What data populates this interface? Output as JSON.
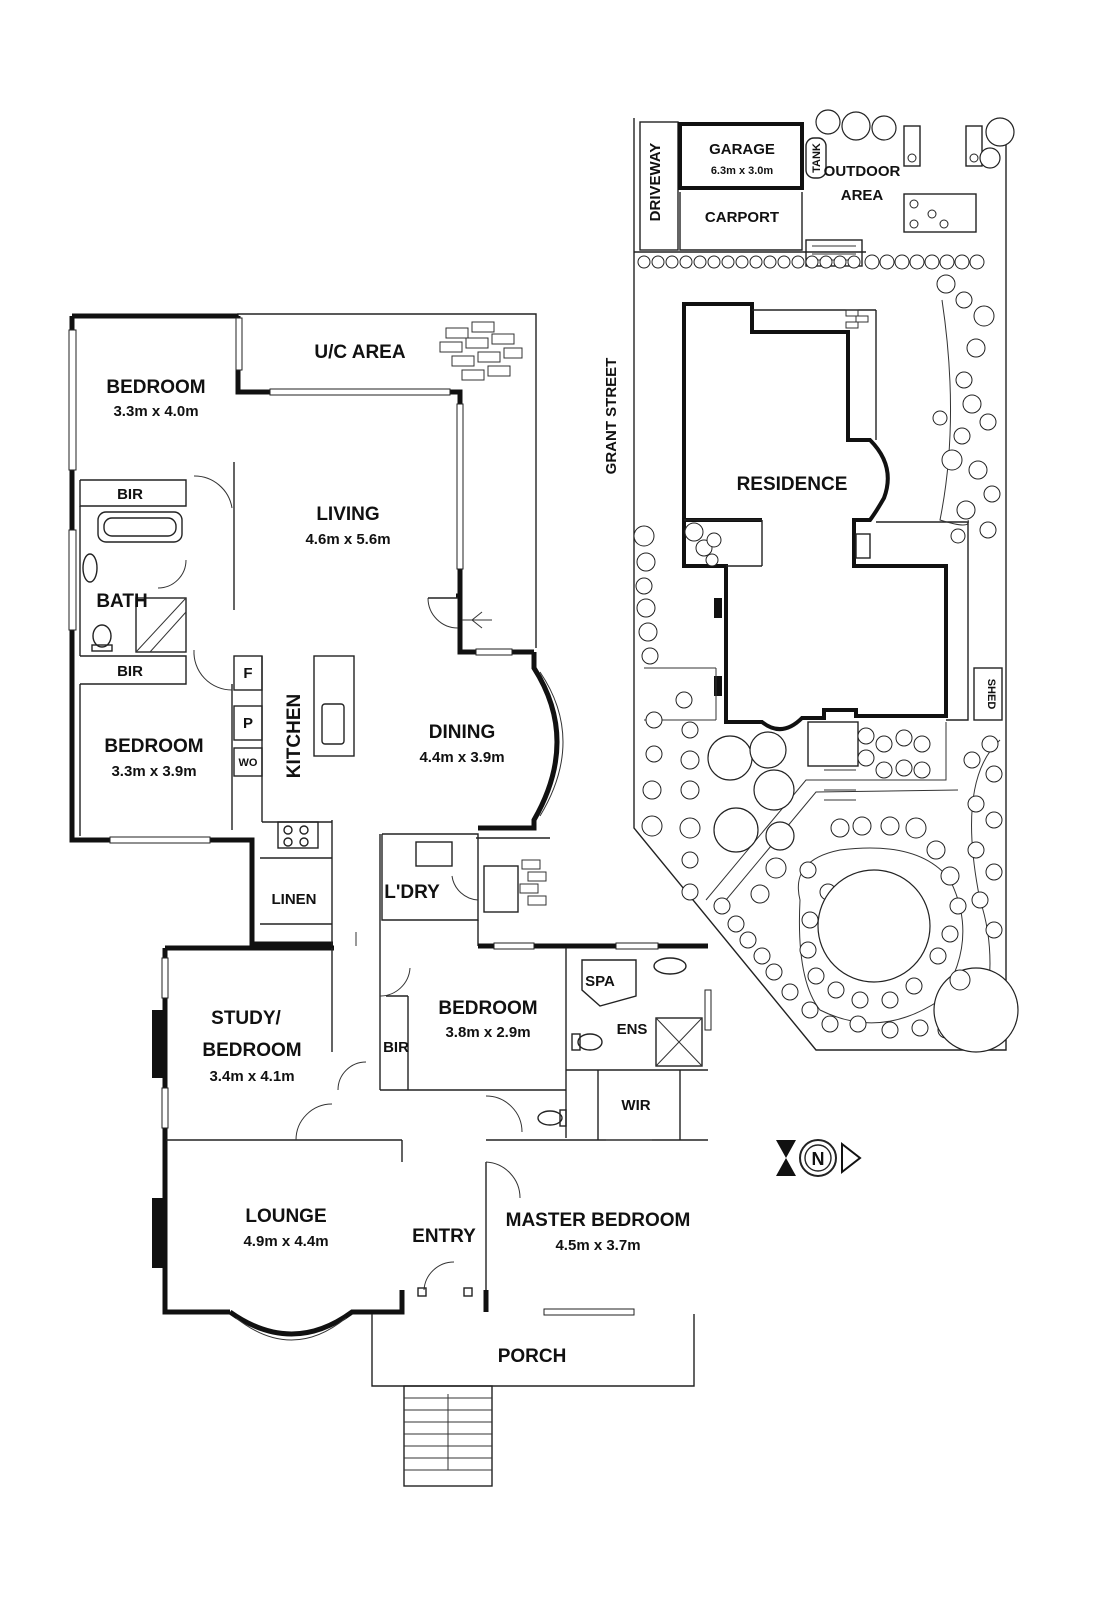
{
  "floor_plan": {
    "rooms": {
      "uc_area": {
        "label": "U/C AREA"
      },
      "bedroom_nw": {
        "label": "BEDROOM",
        "dims": "3.3m x 4.0m"
      },
      "bir_1": {
        "label": "BIR"
      },
      "bath": {
        "label": "BATH"
      },
      "bir_2": {
        "label": "BIR"
      },
      "bedroom_w": {
        "label": "BEDROOM",
        "dims": "3.3m x 3.9m"
      },
      "living": {
        "label": "LIVING",
        "dims": "4.6m x 5.6m"
      },
      "kitchen": {
        "label": "KITCHEN"
      },
      "fridge": {
        "label": "F"
      },
      "pantry": {
        "label": "P"
      },
      "wall_oven": {
        "label": "WO"
      },
      "dining": {
        "label": "DINING",
        "dims": "4.4m x 3.9m"
      },
      "linen": {
        "label": "LINEN"
      },
      "laundry": {
        "label": "L'DRY"
      },
      "study": {
        "label_line1": "STUDY/",
        "label_line2": "BEDROOM",
        "dims": "3.4m x 4.1m"
      },
      "bir_3": {
        "label": "BIR"
      },
      "bedroom_c": {
        "label": "BEDROOM",
        "dims": "3.8m x 2.9m"
      },
      "spa": {
        "label": "SPA"
      },
      "ens": {
        "label": "ENS"
      },
      "wir": {
        "label": "WIR"
      },
      "lounge": {
        "label": "LOUNGE",
        "dims": "4.9m x 4.4m"
      },
      "entry": {
        "label": "ENTRY"
      },
      "master": {
        "label": "MASTER BEDROOM",
        "dims": "4.5m x 3.7m"
      },
      "porch": {
        "label": "PORCH"
      }
    }
  },
  "site_plan": {
    "garage": {
      "label": "GARAGE",
      "dims": "6.3m x 3.0m"
    },
    "tank": {
      "label": "TANK"
    },
    "outdoor_line1": "OUTDOOR",
    "outdoor_line2": "AREA",
    "driveway": "DRIVEWAY",
    "carport": "CARPORT",
    "residence": "RESIDENCE",
    "street": "GRANT STREET",
    "shed": "SHED"
  },
  "compass": {
    "letter": "N"
  }
}
